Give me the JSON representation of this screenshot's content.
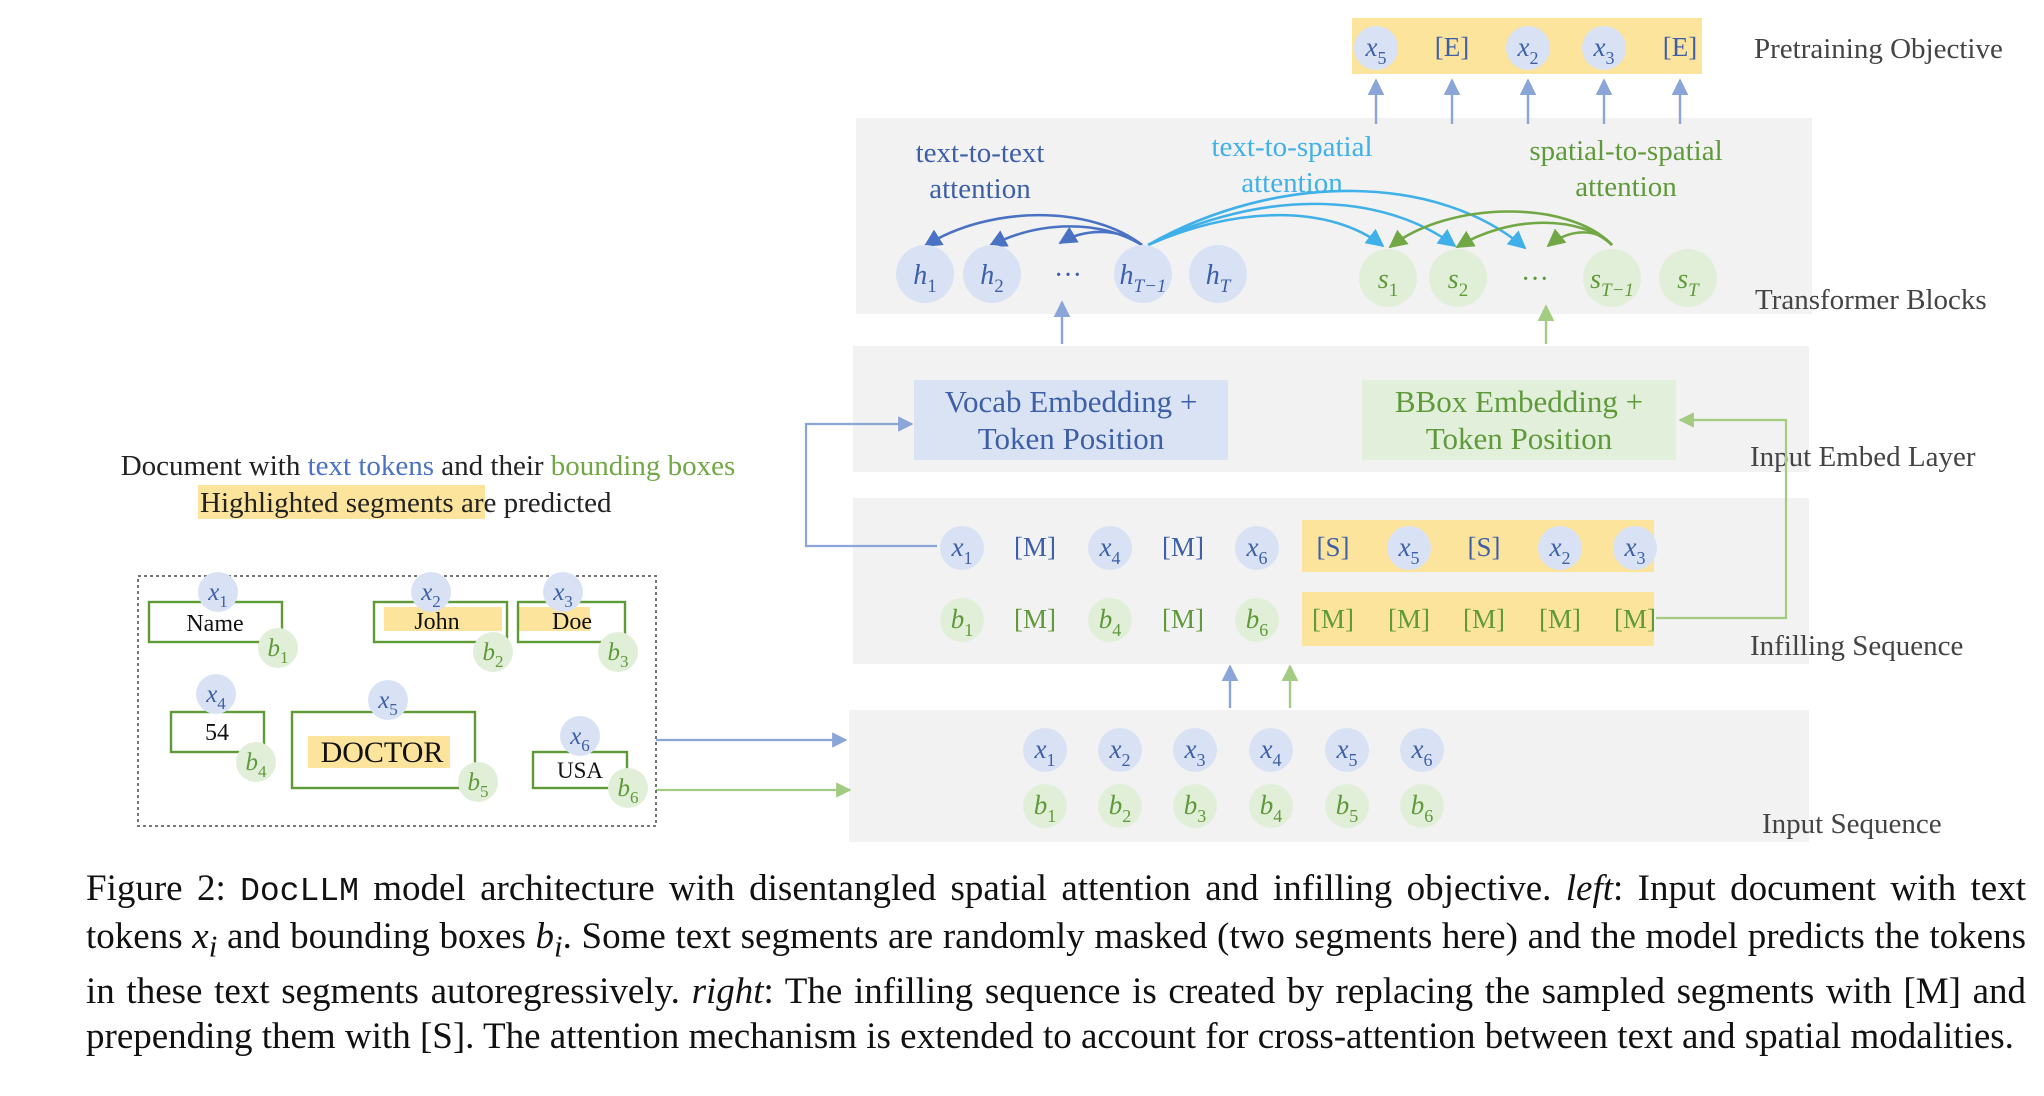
{
  "colors": {
    "panel": "#f2f2f2",
    "blue": "#4a72c4",
    "blue_circle": "#d9e2f5",
    "light_blue": "#3fb0e8",
    "green": "#71a845",
    "green_circle": "#e1efd8",
    "highlight": "#fde49c",
    "vocab_box": "#dae3f3",
    "bbox_box": "#e2efda"
  },
  "objective": {
    "label": "Pretraining Objective",
    "tokens": [
      {
        "base": "x",
        "sub": "5"
      },
      {
        "base": "[E]",
        "sub": ""
      },
      {
        "base": "x",
        "sub": "2"
      },
      {
        "base": "x",
        "sub": "3"
      },
      {
        "base": "[E]",
        "sub": ""
      }
    ]
  },
  "transformer": {
    "label": "Transformer Blocks",
    "t2t_label": [
      "text-to-text",
      "attention"
    ],
    "t2s_label": [
      "text-to-spatial",
      "attention"
    ],
    "s2s_label": [
      "spatial-to-spatial",
      "attention"
    ],
    "h_tokens": [
      {
        "base": "h",
        "sub": "1"
      },
      {
        "base": "h",
        "sub": "2"
      },
      {
        "base": "···",
        "sub": ""
      },
      {
        "base": "h",
        "sub": "T−1"
      },
      {
        "base": "h",
        "sub": "T"
      }
    ],
    "s_tokens": [
      {
        "base": "s",
        "sub": "1"
      },
      {
        "base": "s",
        "sub": "2"
      },
      {
        "base": "···",
        "sub": ""
      },
      {
        "base": "s",
        "sub": "T−1"
      },
      {
        "base": "s",
        "sub": "T"
      }
    ]
  },
  "embed": {
    "label": "Input Embed Layer",
    "vocab": [
      "Vocab Embedding +",
      "Token Position"
    ],
    "bbox": [
      "BBox Embedding +",
      "Token Position"
    ]
  },
  "infilling": {
    "label": "Infilling Sequence",
    "x_tokens": [
      {
        "base": "x",
        "sub": "1"
      },
      {
        "base": "[M]",
        "sub": ""
      },
      {
        "base": "x",
        "sub": "4"
      },
      {
        "base": "[M]",
        "sub": ""
      },
      {
        "base": "x",
        "sub": "6"
      },
      {
        "base": "[S]",
        "sub": ""
      },
      {
        "base": "x",
        "sub": "5"
      },
      {
        "base": "[S]",
        "sub": ""
      },
      {
        "base": "x",
        "sub": "2"
      },
      {
        "base": "x",
        "sub": "3"
      }
    ],
    "b_tokens": [
      {
        "base": "b",
        "sub": "1"
      },
      {
        "base": "[M]",
        "sub": ""
      },
      {
        "base": "b",
        "sub": "4"
      },
      {
        "base": "[M]",
        "sub": ""
      },
      {
        "base": "b",
        "sub": "6"
      },
      {
        "base": "[M]",
        "sub": ""
      },
      {
        "base": "[M]",
        "sub": ""
      },
      {
        "base": "[M]",
        "sub": ""
      },
      {
        "base": "[M]",
        "sub": ""
      },
      {
        "base": "[M]",
        "sub": ""
      }
    ]
  },
  "input": {
    "label": "Input Sequence",
    "x_tokens": [
      {
        "base": "x",
        "sub": "1"
      },
      {
        "base": "x",
        "sub": "2"
      },
      {
        "base": "x",
        "sub": "3"
      },
      {
        "base": "x",
        "sub": "4"
      },
      {
        "base": "x",
        "sub": "5"
      },
      {
        "base": "x",
        "sub": "6"
      }
    ],
    "b_tokens": [
      {
        "base": "b",
        "sub": "1"
      },
      {
        "base": "b",
        "sub": "2"
      },
      {
        "base": "b",
        "sub": "3"
      },
      {
        "base": "b",
        "sub": "4"
      },
      {
        "base": "b",
        "sub": "5"
      },
      {
        "base": "b",
        "sub": "6"
      }
    ]
  },
  "document": {
    "heading_1_pre": "Document with ",
    "heading_1_text_tokens": "text tokens",
    "heading_1_mid": " and their ",
    "heading_1_bboxes": "bounding boxes",
    "heading_2_highlight": "Highlighted segments",
    "heading_2_rest": " are predicted",
    "fields": [
      {
        "word": "Name",
        "x": "x",
        "xsub": "1",
        "b": "b",
        "bsub": "1"
      },
      {
        "word": "John",
        "x": "x",
        "xsub": "2",
        "b": "b",
        "bsub": "2"
      },
      {
        "word": "Doe",
        "x": "x",
        "xsub": "3",
        "b": "b",
        "bsub": "3"
      },
      {
        "word": "54",
        "x": "x",
        "xsub": "4",
        "b": "b",
        "bsub": "4"
      },
      {
        "word": "DOCTOR",
        "x": "x",
        "xsub": "5",
        "b": "b",
        "bsub": "5"
      },
      {
        "word": "USA",
        "x": "x",
        "xsub": "6",
        "b": "b",
        "bsub": "6"
      }
    ]
  },
  "caption": {
    "figure": "Figure 2: ",
    "model": "DocLLM",
    "p1": " model architecture with disentangled spatial attention and infilling objective. ",
    "left": "left",
    "p2": ": Input document with text tokens ",
    "xi_base": "x",
    "xi_sub": "i",
    "p3": " and bounding boxes ",
    "bi_base": "b",
    "bi_sub": "i",
    "p4": ". Some text segments are randomly masked (two segments here) and the model predicts the tokens in these text segments autoregressively. ",
    "right": "right",
    "p5": ": The infilling sequence is created by replacing the sampled segments with [M] and prepending them with [S]. The attention mechanism is extended to account for cross-attention between text and spatial modalities."
  }
}
